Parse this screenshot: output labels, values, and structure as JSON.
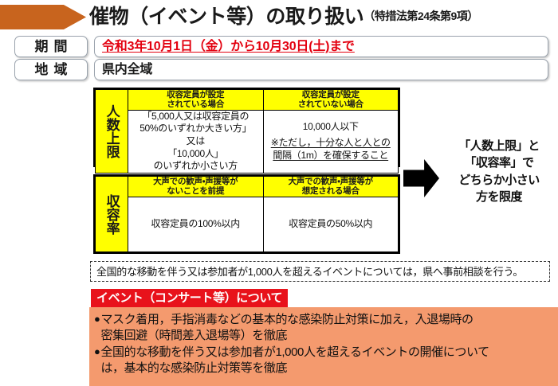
{
  "header": {
    "arrow_tag": "orange-pentagon-tag",
    "title_main": "催物（イベント等）の取り扱い",
    "title_sub": "（特措法第24条第9項）"
  },
  "fields": [
    {
      "label": "期間",
      "value": "令和3年10月1日（金）から10月30日(土)まで",
      "value_color": "#e3000f"
    },
    {
      "label": "地域",
      "value": "県内全域",
      "value_color": "#1a1a1a"
    }
  ],
  "tables": [
    {
      "side_label": "人数上限",
      "columns": [
        {
          "header_line1": "収容定員が設定",
          "header_line2": "されている場合",
          "body_lines": [
            "「5,000人又は収容定員の",
            "50%のいずれか大きい方」",
            "又は",
            "「10,000人」",
            "のいずれか小さい方"
          ]
        },
        {
          "header_line1": "収容定員が設定",
          "header_line2": "されていない場合",
          "body_lines": [
            "10,000人以下"
          ],
          "underlined_lines": [
            "※ただし，十分な人と人との",
            "間隔（1m）を確保すること"
          ]
        }
      ]
    },
    {
      "side_label": "収容率",
      "columns": [
        {
          "header_line1": "大声での歓声・声援等が",
          "header_line2": "ないことを前提",
          "body_lines": [
            "収容定員の100%以内"
          ]
        },
        {
          "header_line1": "大声での歓声・声援等が",
          "header_line2": "想定される場合",
          "body_lines": [
            "収容定員の50%以内"
          ]
        }
      ]
    }
  ],
  "side_note": {
    "lines": [
      "「人数上限」と",
      "「収容率」で",
      "どちらか小さい",
      "方を限度"
    ]
  },
  "notice": {
    "text": "全国的な移動を伴う又は参加者が1,000人を超えるイベントについては，県へ事前相談を行う。"
  },
  "banner": {
    "text": "イベント（コンサート等）について",
    "background": "#e8121b",
    "text_color": "#ffffff"
  },
  "panel": {
    "background": "#f49a6e",
    "bullet_marker": "●",
    "bullets": [
      {
        "lines": [
          "マスク着用，手指消毒などの基本的な感染防止対策に加え，入退場時の",
          "密集回避（時間差入退場等）を徹底"
        ]
      },
      {
        "lines": [
          "全国的な移動を伴う又は参加者が1,000人を超えるイベントの開催について",
          "は，基本的な感染防止対策等を徹底"
        ]
      }
    ]
  }
}
